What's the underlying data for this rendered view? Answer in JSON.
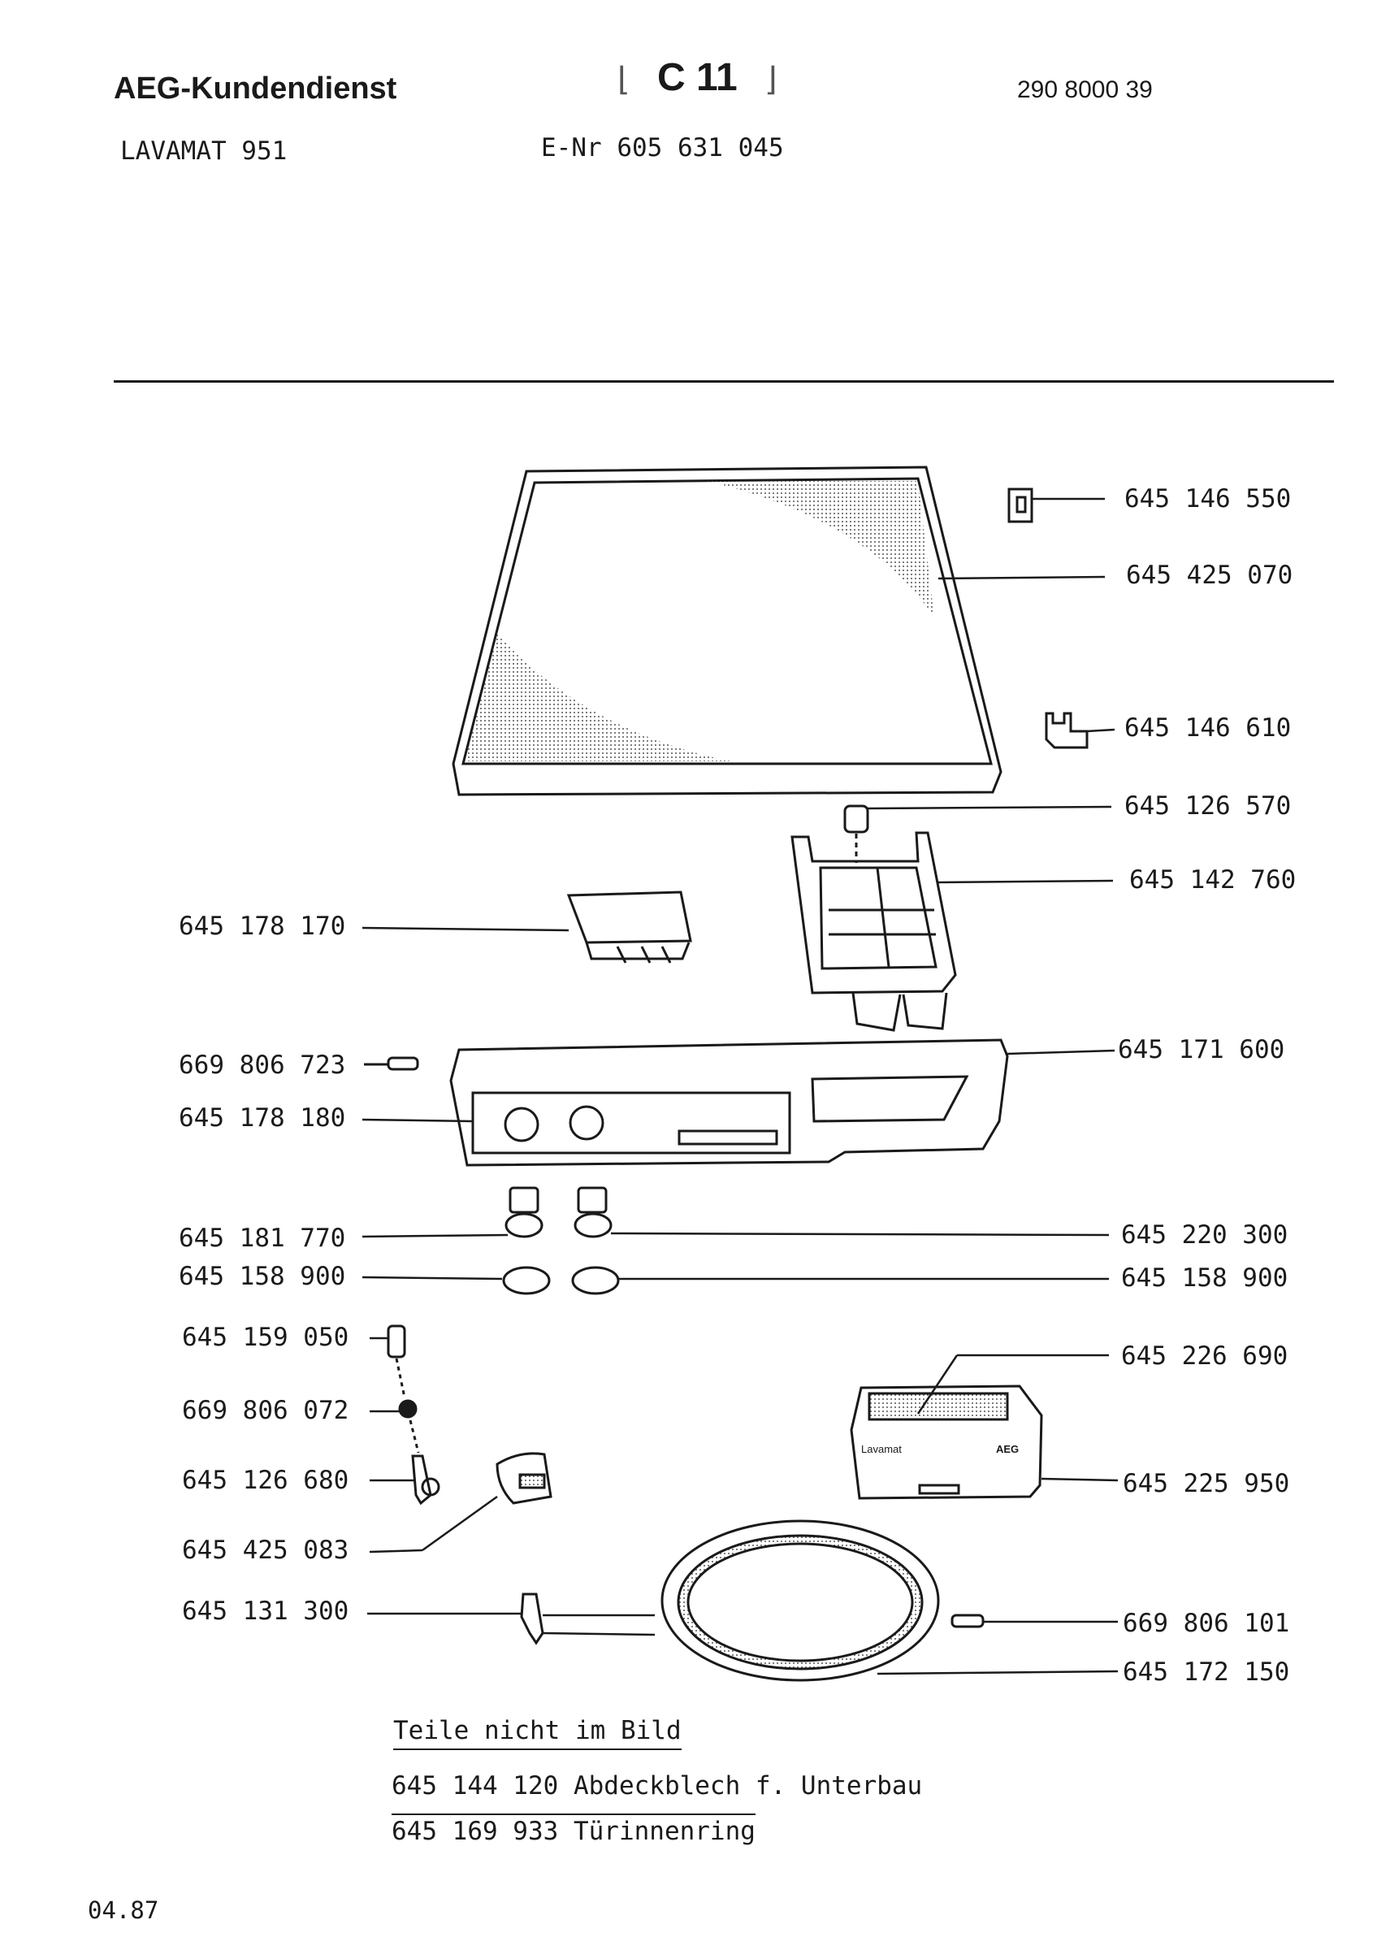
{
  "header": {
    "brand": "AEG-Kundendienst",
    "section_code": "C 11",
    "document_number": "290 8000 39",
    "model": "LAVAMAT  951",
    "e_number": "E-Nr 605 631 045"
  },
  "diagram": {
    "parts": [
      {
        "number": "645 146 550"
      },
      {
        "number": "645 425 070"
      },
      {
        "number": "645 146 610"
      },
      {
        "number": "645 126 570"
      },
      {
        "number": "645 142 760"
      },
      {
        "number": "645 178 170"
      },
      {
        "number": "645 171 600"
      },
      {
        "number": "669 806 723"
      },
      {
        "number": "645 178 180"
      },
      {
        "number": "645 181 770"
      },
      {
        "number": "645 220 300"
      },
      {
        "number": "645 158 900"
      },
      {
        "number": "645 158 900"
      },
      {
        "number": "645 159 050"
      },
      {
        "number": "645 226 690"
      },
      {
        "number": "669 806 072"
      },
      {
        "number": "645 126 680"
      },
      {
        "number": "645 225 950"
      },
      {
        "number": "645 425 083"
      },
      {
        "number": "645 131 300"
      },
      {
        "number": "669 806 101"
      },
      {
        "number": "645 172 150"
      }
    ],
    "panel_labels": {
      "lavamat": "Lavamat",
      "aeg": "AEG"
    }
  },
  "notes": {
    "heading": "Teile nicht im Bild",
    "items": [
      "645 144 120 Abdeckblech f. Unterbau",
      "645 169 933 Türinnenring"
    ]
  },
  "footer": {
    "date": "04.87"
  }
}
